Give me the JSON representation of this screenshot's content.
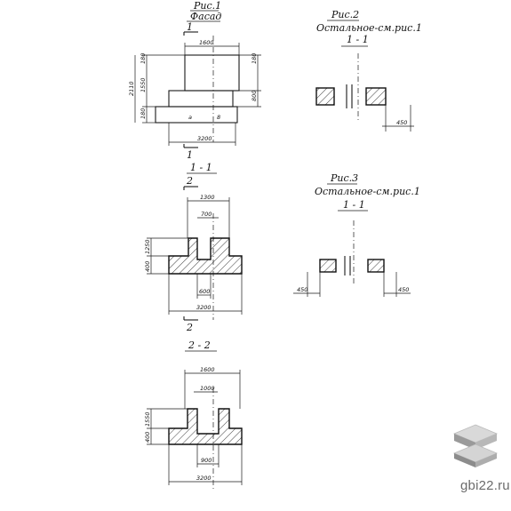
{
  "fig1": {
    "title": "Рис.1",
    "subtitle": "Фасад",
    "top_mark": "1",
    "bottom_mark": "1",
    "dim_top": "1600",
    "dim_bottom": "3200",
    "dim_total": "2110",
    "dim_left_1": "180",
    "dim_left_2": "1550",
    "dim_left_3": "180",
    "dim_right_1": "180",
    "dim_right_2": "800",
    "letter_a": "a",
    "letter_b": "8"
  },
  "section11": {
    "title": "1 - 1",
    "mark_top": "2",
    "mark_bottom": "2",
    "dim_top": "1300",
    "dim_inner": "700",
    "dim_left_1": "1250",
    "dim_left_2": "400",
    "dim_base": "600",
    "dim_bottom": "3200"
  },
  "section22": {
    "title": "2 - 2",
    "dim_top": "1600",
    "dim_inner": "1000",
    "dim_left_1": "1550",
    "dim_left_2": "400",
    "dim_base": "900",
    "dim_bottom": "3200"
  },
  "fig2": {
    "title": "Рис.2",
    "subtitle": "Остальное-см.рис.1",
    "section": "1 - 1",
    "dim": "450"
  },
  "fig3": {
    "title": "Рис.3",
    "subtitle": "Остальное-см.рис.1",
    "section": "1 - 1",
    "dim_left": "450",
    "dim_right": "450"
  },
  "watermark": {
    "text": "gbi22.ru",
    "icon": "layered-blocks-icon"
  }
}
